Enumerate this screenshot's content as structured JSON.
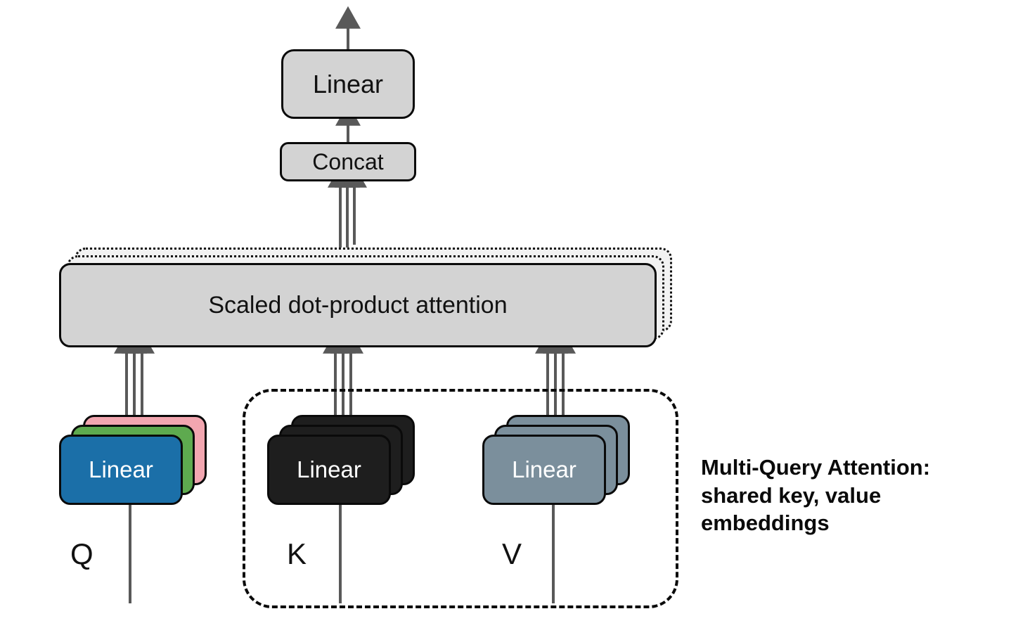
{
  "diagram": {
    "title": "Multi-Query Attention architecture diagram",
    "blocks": {
      "linear_top": "Linear",
      "concat": "Concat",
      "attention": "Scaled dot-product attention",
      "linear_q": "Linear",
      "linear_k": "Linear",
      "linear_v": "Linear"
    },
    "input_labels": {
      "q": "Q",
      "k": "K",
      "v": "V"
    },
    "caption": {
      "line1": "Multi-Query Attention:",
      "line2": "shared key, value",
      "line3": "embeddings"
    },
    "colors": {
      "block_gray": "#d3d3d3",
      "ghost_gray": "#f2f2f2",
      "outline": "#0a0a0a",
      "arrow": "#595959",
      "q_front": "#1b6fa8",
      "q_mid": "#5eaa4f",
      "q_back": "#f2a6b0",
      "k_card": "#1e1e1e",
      "v_card": "#7b8f9c",
      "card_label": "#ffffff",
      "background": "#ffffff"
    },
    "stack_depth": {
      "q_heads": 3,
      "k_heads": 3,
      "v_heads": 3,
      "attention_copies": 3,
      "concat_inputs": 3
    }
  }
}
